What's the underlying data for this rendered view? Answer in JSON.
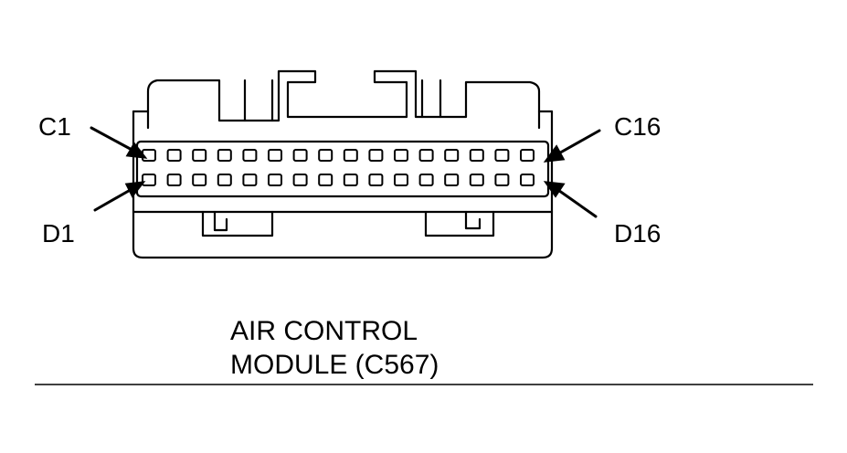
{
  "labels": {
    "c1": "C1",
    "c16": "C16",
    "d1": "D1",
    "d16": "D16"
  },
  "caption": {
    "line1": "AIR CONTROL",
    "line2": "MODULE (C567)"
  },
  "connector": {
    "rows": [
      "C",
      "D"
    ],
    "pins_per_row": 16
  }
}
